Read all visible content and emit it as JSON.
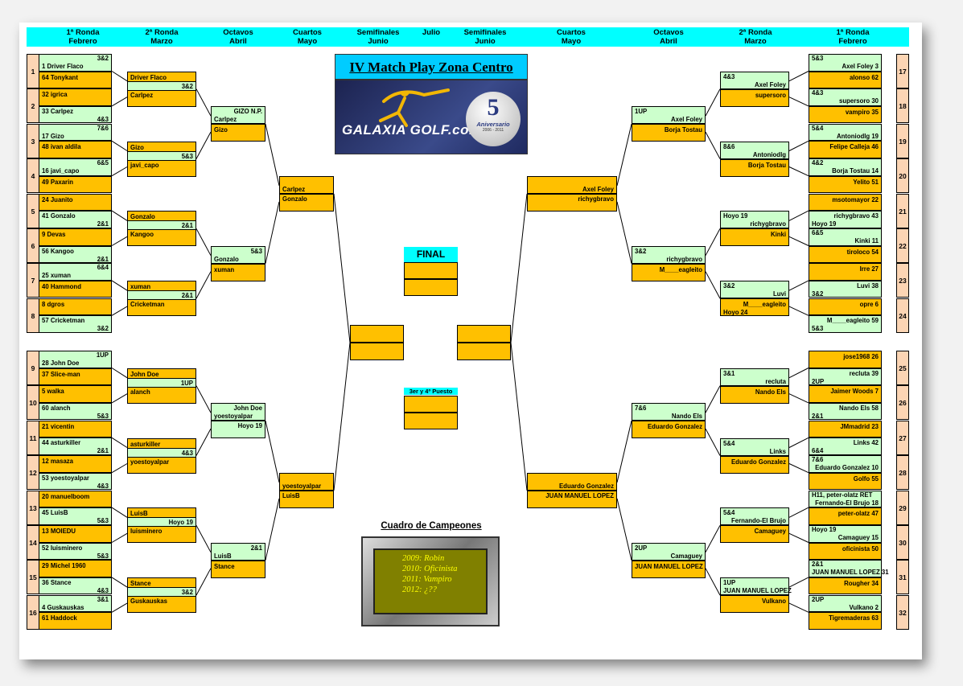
{
  "header": [
    {
      "l1": "1ª Ronda",
      "l2": "Febrero"
    },
    {
      "l1": "2ª Ronda",
      "l2": "Marzo"
    },
    {
      "l1": "Octavos",
      "l2": "Abril"
    },
    {
      "l1": "Cuartos",
      "l2": "Mayo"
    },
    {
      "l1": "Semifinales",
      "l2": "Junio"
    },
    {
      "l1": "",
      "l2": "Julio"
    },
    {
      "l1": "Semifinales",
      "l2": "Junio"
    },
    {
      "l1": "Cuartos",
      "l2": "Mayo"
    },
    {
      "l1": "Octavos",
      "l2": "Abril"
    },
    {
      "l1": "2ª Ronda",
      "l2": "Marzo"
    },
    {
      "l1": "1ª Ronda",
      "l2": "Febrero"
    }
  ],
  "title": "IV Match Play Zona Centro",
  "logo": {
    "brand": "GALAXIA GOLF.com",
    "five": "5",
    "aniversario": "Aniversario",
    "years": "2006 - 2011"
  },
  "final_label": "FINAL",
  "third_label": "3er y 4º Puesto",
  "champions": {
    "title": "Cuadro de Campeones",
    "lines": [
      "2009: Robin",
      "2010: Oficinista",
      "2011: Vampiro",
      "2012: ¿??"
    ]
  },
  "left_r1": [
    {
      "n": "1",
      "res": "3&2",
      "a": "1  Driver Flaco",
      "b": "64  Tonykant",
      "resPos": "top"
    },
    {
      "n": "2",
      "res": "4&3",
      "a": "32  igrica",
      "b": "33  Carlpez",
      "resPos": "bottom"
    },
    {
      "n": "3",
      "res": "7&6",
      "a": "17  Gizo",
      "b": "48  ivan aldila",
      "resPos": "top"
    },
    {
      "n": "4",
      "res": "6&5",
      "a": "16  javi_capo",
      "b": "49  Paxarin",
      "resPos": "top"
    },
    {
      "n": "5",
      "res": "2&1",
      "a": "24  Juanito",
      "b": "41  Gonzalo",
      "resPos": "bottom"
    },
    {
      "n": "6",
      "res": "2&1",
      "a": "9  Devas",
      "b": "56  Kangoo",
      "resPos": "bottom"
    },
    {
      "n": "7",
      "res": "6&4",
      "a": "25  xuman",
      "b": "40  Hammond",
      "resPos": "top"
    },
    {
      "n": "8",
      "res": "3&2",
      "a": "8  dgros",
      "b": "57  Cricketman",
      "resPos": "bottom"
    },
    {
      "n": "9",
      "res": "1UP",
      "a": "28  John Doe",
      "b": "37  Slice-man",
      "resPos": "top"
    },
    {
      "n": "10",
      "res": "5&3",
      "a": "5  walka",
      "b": "60  alanch",
      "resPos": "bottom"
    },
    {
      "n": "11",
      "res": "2&1",
      "a": "21  vicentin",
      "b": "44  asturkiller",
      "resPos": "bottom"
    },
    {
      "n": "12",
      "res": "4&3",
      "a": "12  masaza",
      "b": "53  yoestoyalpar",
      "resPos": "bottom"
    },
    {
      "n": "13",
      "res": "5&3",
      "a": "20  manuelboom",
      "b": "45  LuisB",
      "resPos": "bottom"
    },
    {
      "n": "14",
      "res": "5&3",
      "a": "13  MOIEDU",
      "b": "52  luisminero",
      "resPos": "bottom"
    },
    {
      "n": "15",
      "res": "4&3",
      "a": "29  Michel 1960",
      "b": "36  Stance",
      "resPos": "bottom"
    },
    {
      "n": "16",
      "res": "3&1",
      "a": "4  Guskauskas",
      "b": "61  Haddock",
      "resPos": "top"
    }
  ],
  "left_r2": [
    {
      "a": "Driver Flaco",
      "b": "Carlpez",
      "res": "3&2"
    },
    {
      "a": "Gizo",
      "b": "javi_capo",
      "res": "5&3"
    },
    {
      "a": "Gonzalo",
      "b": "Kangoo",
      "res": "2&1"
    },
    {
      "a": "xuman",
      "b": "Cricketman",
      "res": "2&1"
    },
    {
      "a": "John Doe",
      "b": "alanch",
      "res": "1UP"
    },
    {
      "a": "asturkiller",
      "b": "yoestoyalpar",
      "res": "4&3"
    },
    {
      "a": "LuisB",
      "b": "luisminero",
      "res": "Hoyo 19"
    },
    {
      "a": "Stance",
      "b": "Guskauskas",
      "res": "3&2"
    }
  ],
  "left_r3": [
    {
      "a": "GIZO N.P.",
      "a2": "Carlpez",
      "b": "Gizo"
    },
    {
      "a": "Gonzalo",
      "b": "xuman",
      "res": "5&3"
    },
    {
      "a": "John Doe",
      "a2": "yoestoyalpar",
      "a3": "Hoyo 19"
    },
    {
      "a": "LuisB",
      "b": "Stance",
      "res": "2&1"
    }
  ],
  "left_r4": [
    {
      "a": "Carlpez",
      "b": "Gonzalo"
    },
    {
      "a": "yoestoyalpar",
      "b": "LuisB"
    }
  ],
  "right_r1": [
    {
      "n": "17",
      "res": "5&3",
      "a": "Axel Foley  3",
      "b": "alonso  62",
      "resPos": "top"
    },
    {
      "n": "18",
      "res": "4&3",
      "a": "supersoro  30",
      "b": "vampiro  35",
      "resPos": "top"
    },
    {
      "n": "19",
      "res": "5&4",
      "a": "Antoniodlg  19",
      "b": "Felipe Calleja  46",
      "resPos": "top"
    },
    {
      "n": "20",
      "res": "4&2",
      "a": "Borja Tostau  14",
      "b": "Yelito  51",
      "resPos": "top"
    },
    {
      "n": "21",
      "res": "Hoyo 19",
      "a": "msotomayor  22",
      "b": "richygbravo  43",
      "resPos": "bottom"
    },
    {
      "n": "22",
      "res": "6&5",
      "a": "Kinki  11",
      "b": "tiroloco  54",
      "resPos": "top"
    },
    {
      "n": "23",
      "res": "3&2",
      "a": "Irre  27",
      "b": "Luvi  38",
      "resPos": "bottom"
    },
    {
      "n": "24",
      "res": "5&3",
      "a": "opre  6",
      "b": "M____eagleito  59",
      "resPos": "bottom"
    },
    {
      "n": "25",
      "res": "2UP",
      "a": "jose1968  26",
      "b": "recluta  39",
      "resPos": "bottom"
    },
    {
      "n": "26",
      "res": "2&1",
      "a": "Jaimer Woods  7",
      "b": "Nando Els  58",
      "resPos": "bottom"
    },
    {
      "n": "27",
      "res": "6&4",
      "a": "JMmadrid  23",
      "b": "Links  42",
      "resPos": "bottom"
    },
    {
      "n": "28",
      "res": "7&6",
      "a": "Eduardo Gonzalez  10",
      "b": "Golfo  55",
      "resPos": "top"
    },
    {
      "n": "29",
      "res": "H11, peter-olatz RET",
      "a": "Fernando-El Brujo  18",
      "b": "peter-olatz  47",
      "resPos": "top"
    },
    {
      "n": "30",
      "res": "Hoyo 19",
      "a": "Camaguey  15",
      "b": "oficinista  50",
      "resPos": "top"
    },
    {
      "n": "31",
      "res": "2&1",
      "a": "JUAN MANUEL LOPEZ  31",
      "b": "Rougher  34",
      "resPos": "top"
    },
    {
      "n": "32",
      "res": "2UP",
      "a": "Vulkano  2",
      "b": "Tigremaderas  63",
      "resPos": "top"
    }
  ],
  "right_r2": [
    {
      "a": "Axel Foley",
      "b": "supersoro",
      "res": "4&3"
    },
    {
      "a": "Antoniodlg",
      "b": "Borja Tostau",
      "res": "8&6"
    },
    {
      "a": "richygbravo",
      "b": "Kinki",
      "res": "Hoyo 19"
    },
    {
      "a": "Luvi",
      "b": "M____eagleito",
      "res": "3&2",
      "res2": "Hoyo 24"
    },
    {
      "a": "recluta",
      "b": "Nando Els",
      "res": "3&1"
    },
    {
      "a": "Links",
      "b": "Eduardo Gonzalez",
      "res": "5&4"
    },
    {
      "a": "Fernando-El Brujo",
      "b": "Camaguey",
      "res": "5&4"
    },
    {
      "a": "JUAN MANUEL LOPEZ",
      "b": "Vulkano",
      "res": "1UP"
    }
  ],
  "right_r3": [
    {
      "a": "Axel Foley",
      "b": "Borja Tostau",
      "res": "1UP"
    },
    {
      "a": "richygbravo",
      "b": "M____eagleito",
      "res": "3&2"
    },
    {
      "a": "Nando Els",
      "b": "Eduardo Gonzalez",
      "res": "7&6"
    },
    {
      "a": "Camaguey",
      "b": "JUAN MANUEL LOPEZ",
      "res": "2UP"
    }
  ],
  "right_r4": [
    {
      "a": "Axel Foley",
      "b": "richygbravo"
    },
    {
      "a": "Eduardo Gonzalez",
      "b": "JUAN MANUEL LOPEZ"
    }
  ],
  "semis": {
    "left": [
      "",
      ""
    ],
    "right": [
      "",
      ""
    ]
  },
  "final": [
    "",
    ""
  ],
  "third": [
    "",
    ""
  ]
}
